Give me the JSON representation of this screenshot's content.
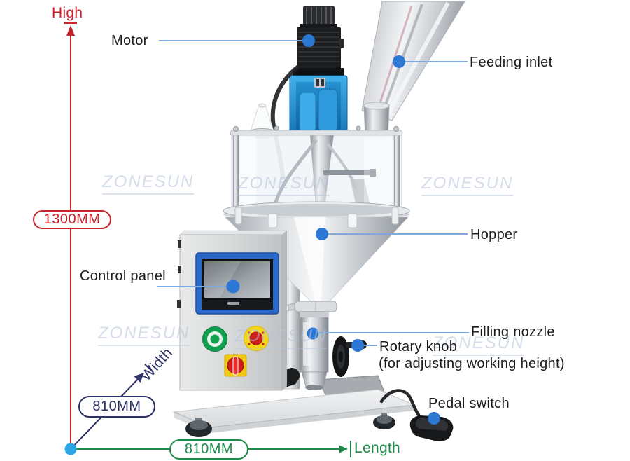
{
  "brand_watermark": "ZONESUN",
  "dimensions": {
    "height": {
      "axis_label": "High",
      "value": "1300MM"
    },
    "width": {
      "axis_label": "Width",
      "value": "810MM"
    },
    "length": {
      "axis_label": "Length",
      "value": "810MM"
    }
  },
  "part_labels": {
    "motor": "Motor",
    "feeding_inlet": "Feeding inlet",
    "hopper": "Hopper",
    "control_panel": "Control panel",
    "filling_nozzle": "Filling nozzle",
    "rotary_knob": "Rotary knob",
    "rotary_knob_note": "(for adjusting working height)",
    "pedal_switch": "Pedal switch"
  },
  "colors": {
    "height_dimension": "#c9242b",
    "width_dimension": "#2b3166",
    "length_dimension": "#1c8b49",
    "leader_line": "#7fa8db",
    "marker_dot": "#2d78d4",
    "corner_dot": "#2ba6e6",
    "label_text": "#1b1c1e",
    "machine_accent_blue": "#2e9fe0",
    "screen_frame_blue": "#2a69c8",
    "start_button_green": "#0f9f4e",
    "emergency_stop_red": "#cf1f1f",
    "switch_plate_yellow": "#eec813",
    "watermark": "#b7c5da"
  }
}
